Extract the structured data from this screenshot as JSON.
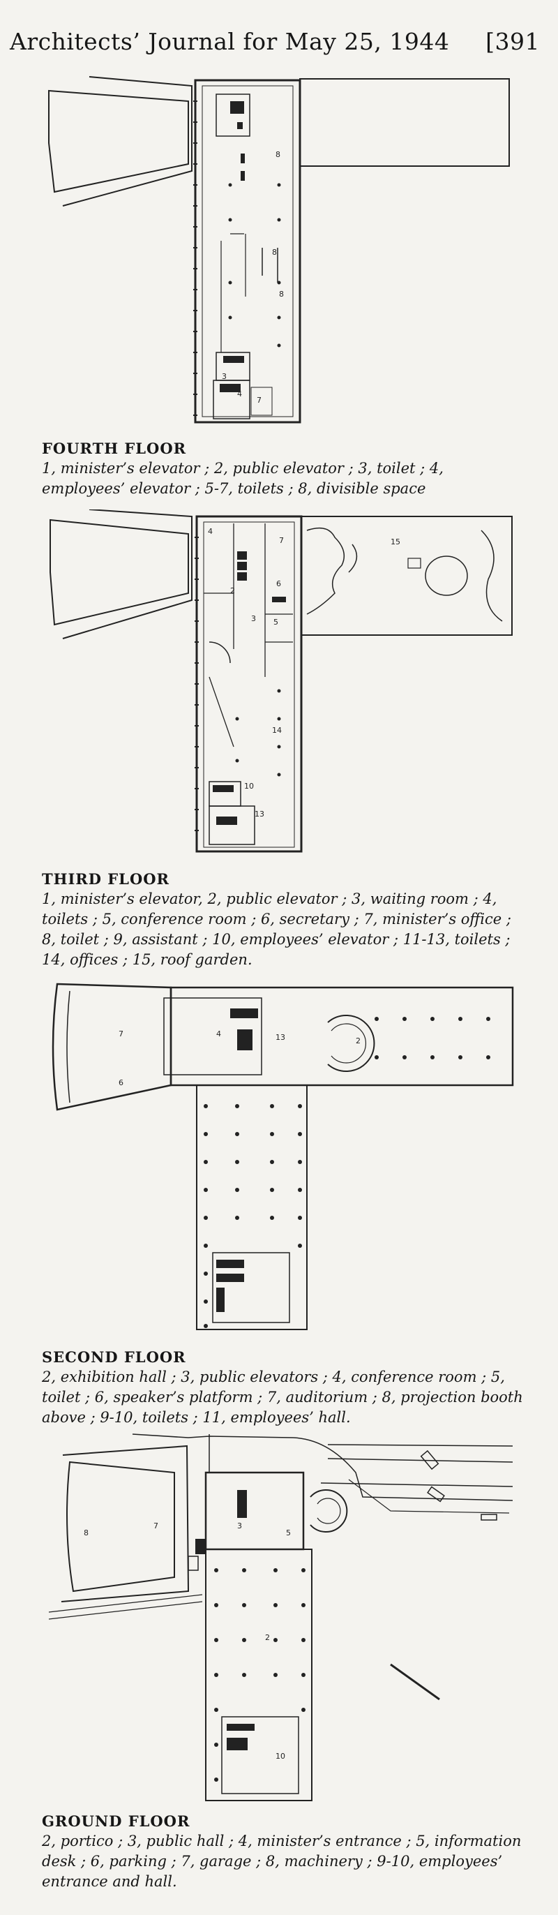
{
  "header": {
    "journal": "Architects’ Journal for May 25, 1944",
    "page_number": "[391"
  },
  "fourth_floor": {
    "title": "FOURTH FLOOR",
    "caption": "1, minister’s elevator ; 2, public elevator ; 3, toilet ; 4, employees’ elevator ; 5-7, toilets ; 8, divisible space"
  },
  "third_floor": {
    "title": "THIRD FLOOR",
    "caption": "1, minister’s elevator, 2, public elevator ; 3, waiting room ; 4, toilets ; 5, conference room ; 6, secretary ; 7, minister’s office ; 8, toilet ; 9, assistant ; 10, employees’ elevator ; 11-13, toilets ; 14, offices ; 15, roof garden."
  },
  "second_floor": {
    "title": "SECOND FLOOR",
    "caption": "2, exhibition hall ; 3, public elevators ; 4, conference room ; 5, toilet ; 6, speaker’s platform ; 7, auditorium ; 8, projection booth above ; 9-10, toilets ; 11, employees’ hall."
  },
  "ground_floor": {
    "title": "GROUND FLOOR",
    "caption": "2, portico ; 3, public hall ; 4, minister’s entrance ; 5, information desk ; 6, parking ; 7, garage ; 8, machinery ; 9-10, employees’ entrance and hall."
  }
}
